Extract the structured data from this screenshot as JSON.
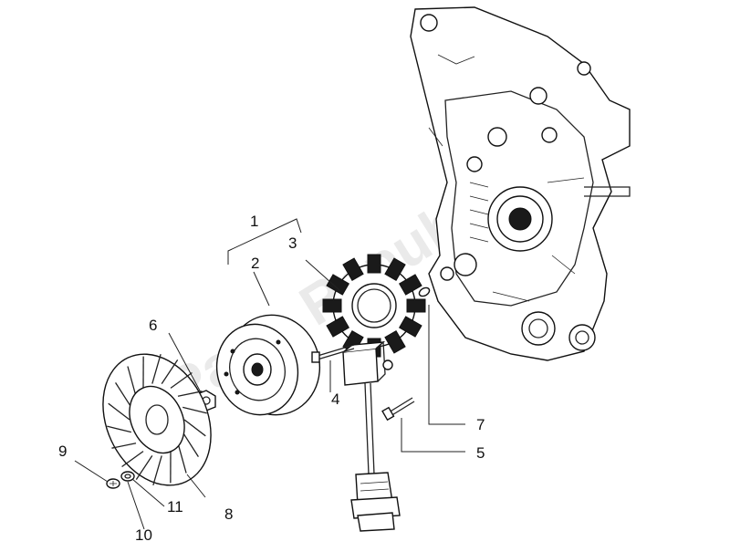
{
  "watermark": "Parts Republik",
  "callouts": [
    {
      "id": "1",
      "label": "1"
    },
    {
      "id": "2",
      "label": "2"
    },
    {
      "id": "3",
      "label": "3"
    },
    {
      "id": "4",
      "label": "4"
    },
    {
      "id": "5",
      "label": "5"
    },
    {
      "id": "6",
      "label": "6"
    },
    {
      "id": "7",
      "label": "7"
    },
    {
      "id": "8",
      "label": "8"
    },
    {
      "id": "9",
      "label": "9"
    },
    {
      "id": "10",
      "label": "10"
    },
    {
      "id": "11",
      "label": "11"
    }
  ],
  "parts": [
    {
      "name": "crankcase",
      "icon": "crankcase-icon"
    },
    {
      "name": "flywheel-rotor",
      "icon": "rotor-icon"
    },
    {
      "name": "stator",
      "icon": "stator-icon"
    },
    {
      "name": "cooling-fan",
      "icon": "fan-icon"
    },
    {
      "name": "connector",
      "icon": "connector-icon"
    }
  ]
}
